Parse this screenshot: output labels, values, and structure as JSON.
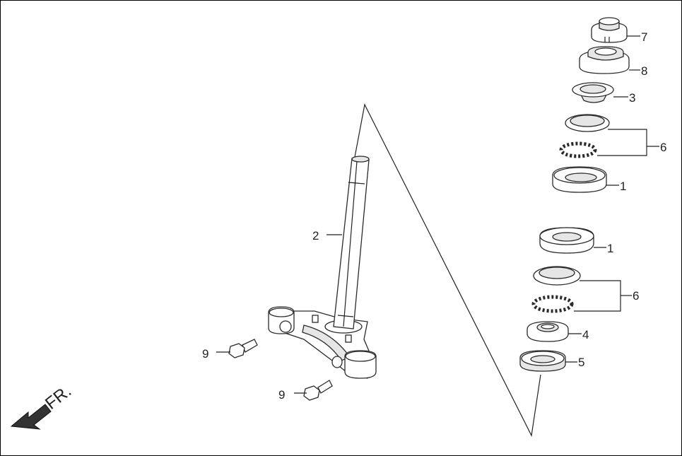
{
  "labels": {
    "part_7": "7",
    "part_8": "8",
    "part_3": "3",
    "part_6_upper": "6",
    "part_1_upper": "1",
    "part_2": "2",
    "part_1_lower": "1",
    "part_6_lower": "6",
    "part_4": "4",
    "part_5": "5",
    "part_9_upper": "9",
    "part_9_lower": "9"
  },
  "front_indicator": "FR.",
  "colors": {
    "line": "#222222",
    "fill": "#ffffff",
    "shade": "#e6e6e6"
  }
}
